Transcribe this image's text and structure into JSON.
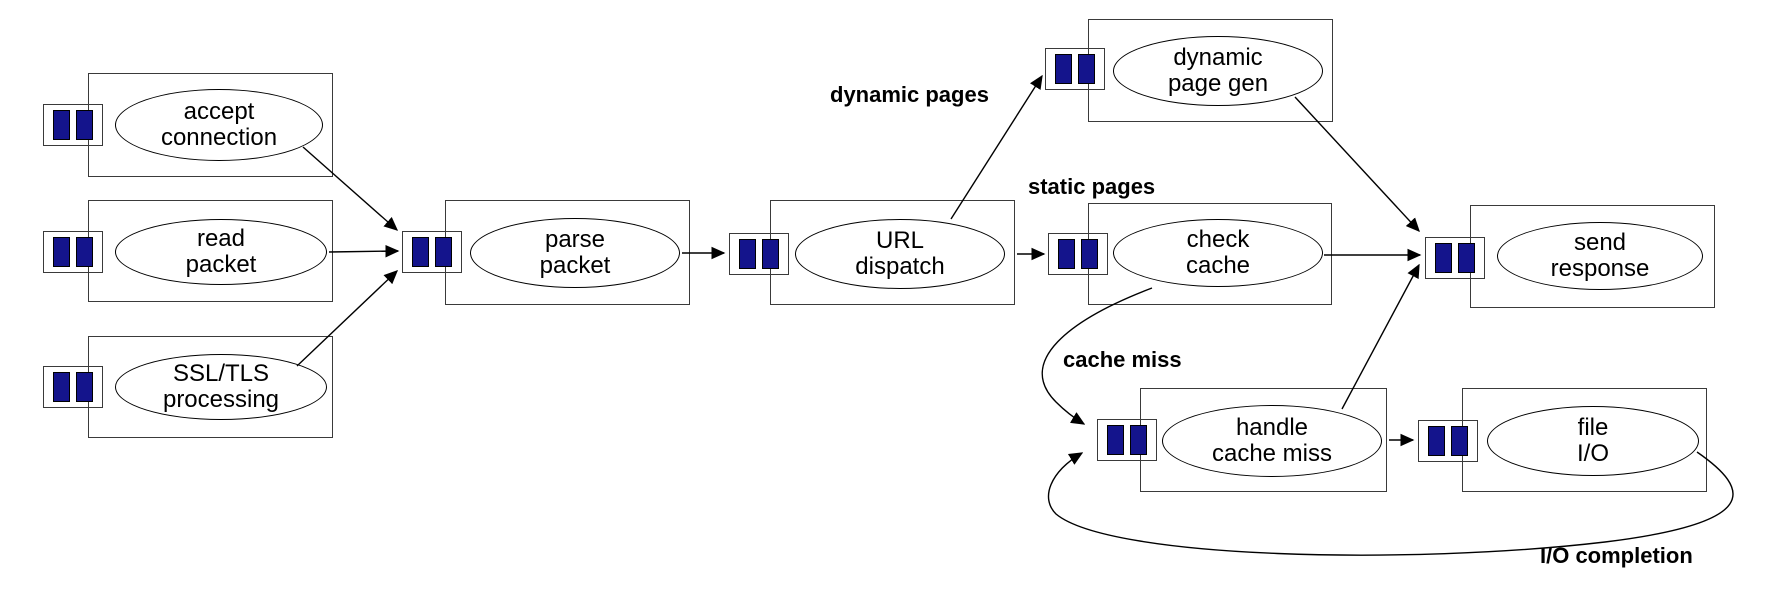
{
  "colors": {
    "background": "#ffffff",
    "line": "#000000",
    "box_border": "#3a3a3a",
    "queue_fill": "#14148c",
    "text": "#000000"
  },
  "stages": [
    {
      "id": "accept-connection",
      "line1": "accept",
      "line2": "connection"
    },
    {
      "id": "read-packet",
      "line1": "read",
      "line2": "packet"
    },
    {
      "id": "ssl-tls-processing",
      "line1": "SSL/TLS",
      "line2": "processing"
    },
    {
      "id": "parse-packet",
      "line1": "parse",
      "line2": "packet"
    },
    {
      "id": "url-dispatch",
      "line1": "URL",
      "line2": "dispatch"
    },
    {
      "id": "dynamic-page-gen",
      "line1": "dynamic",
      "line2": "page gen"
    },
    {
      "id": "check-cache",
      "line1": "check",
      "line2": "cache"
    },
    {
      "id": "send-response",
      "line1": "send",
      "line2": "response"
    },
    {
      "id": "handle-cache-miss",
      "line1": "handle",
      "line2": "cache miss"
    },
    {
      "id": "file-io",
      "line1": "file",
      "line2": "I/O"
    }
  ],
  "edge_labels": {
    "dynamic_pages": "dynamic pages",
    "static_pages": "static pages",
    "cache_miss": "cache miss",
    "io_completion": "I/O completion"
  }
}
